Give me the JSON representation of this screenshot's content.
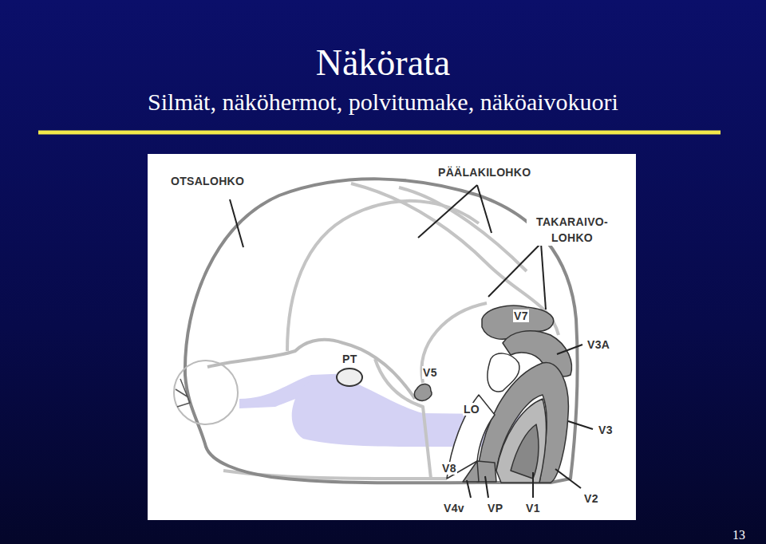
{
  "diagram": {
    "title": "Näkörata",
    "caption": "Silmät, näköhermot, polvitumake, näköaivokuori",
    "labels": [
      "OTSALOHKO",
      "PÄÄLAKILOHKO",
      "TAKARAIVO- LOHKO",
      "PT",
      "V5",
      "V7",
      "V3A",
      "LO",
      "V3",
      "V8",
      "V4v",
      "VP",
      "V1",
      "V2",
      "13"
    ]
  }
}
